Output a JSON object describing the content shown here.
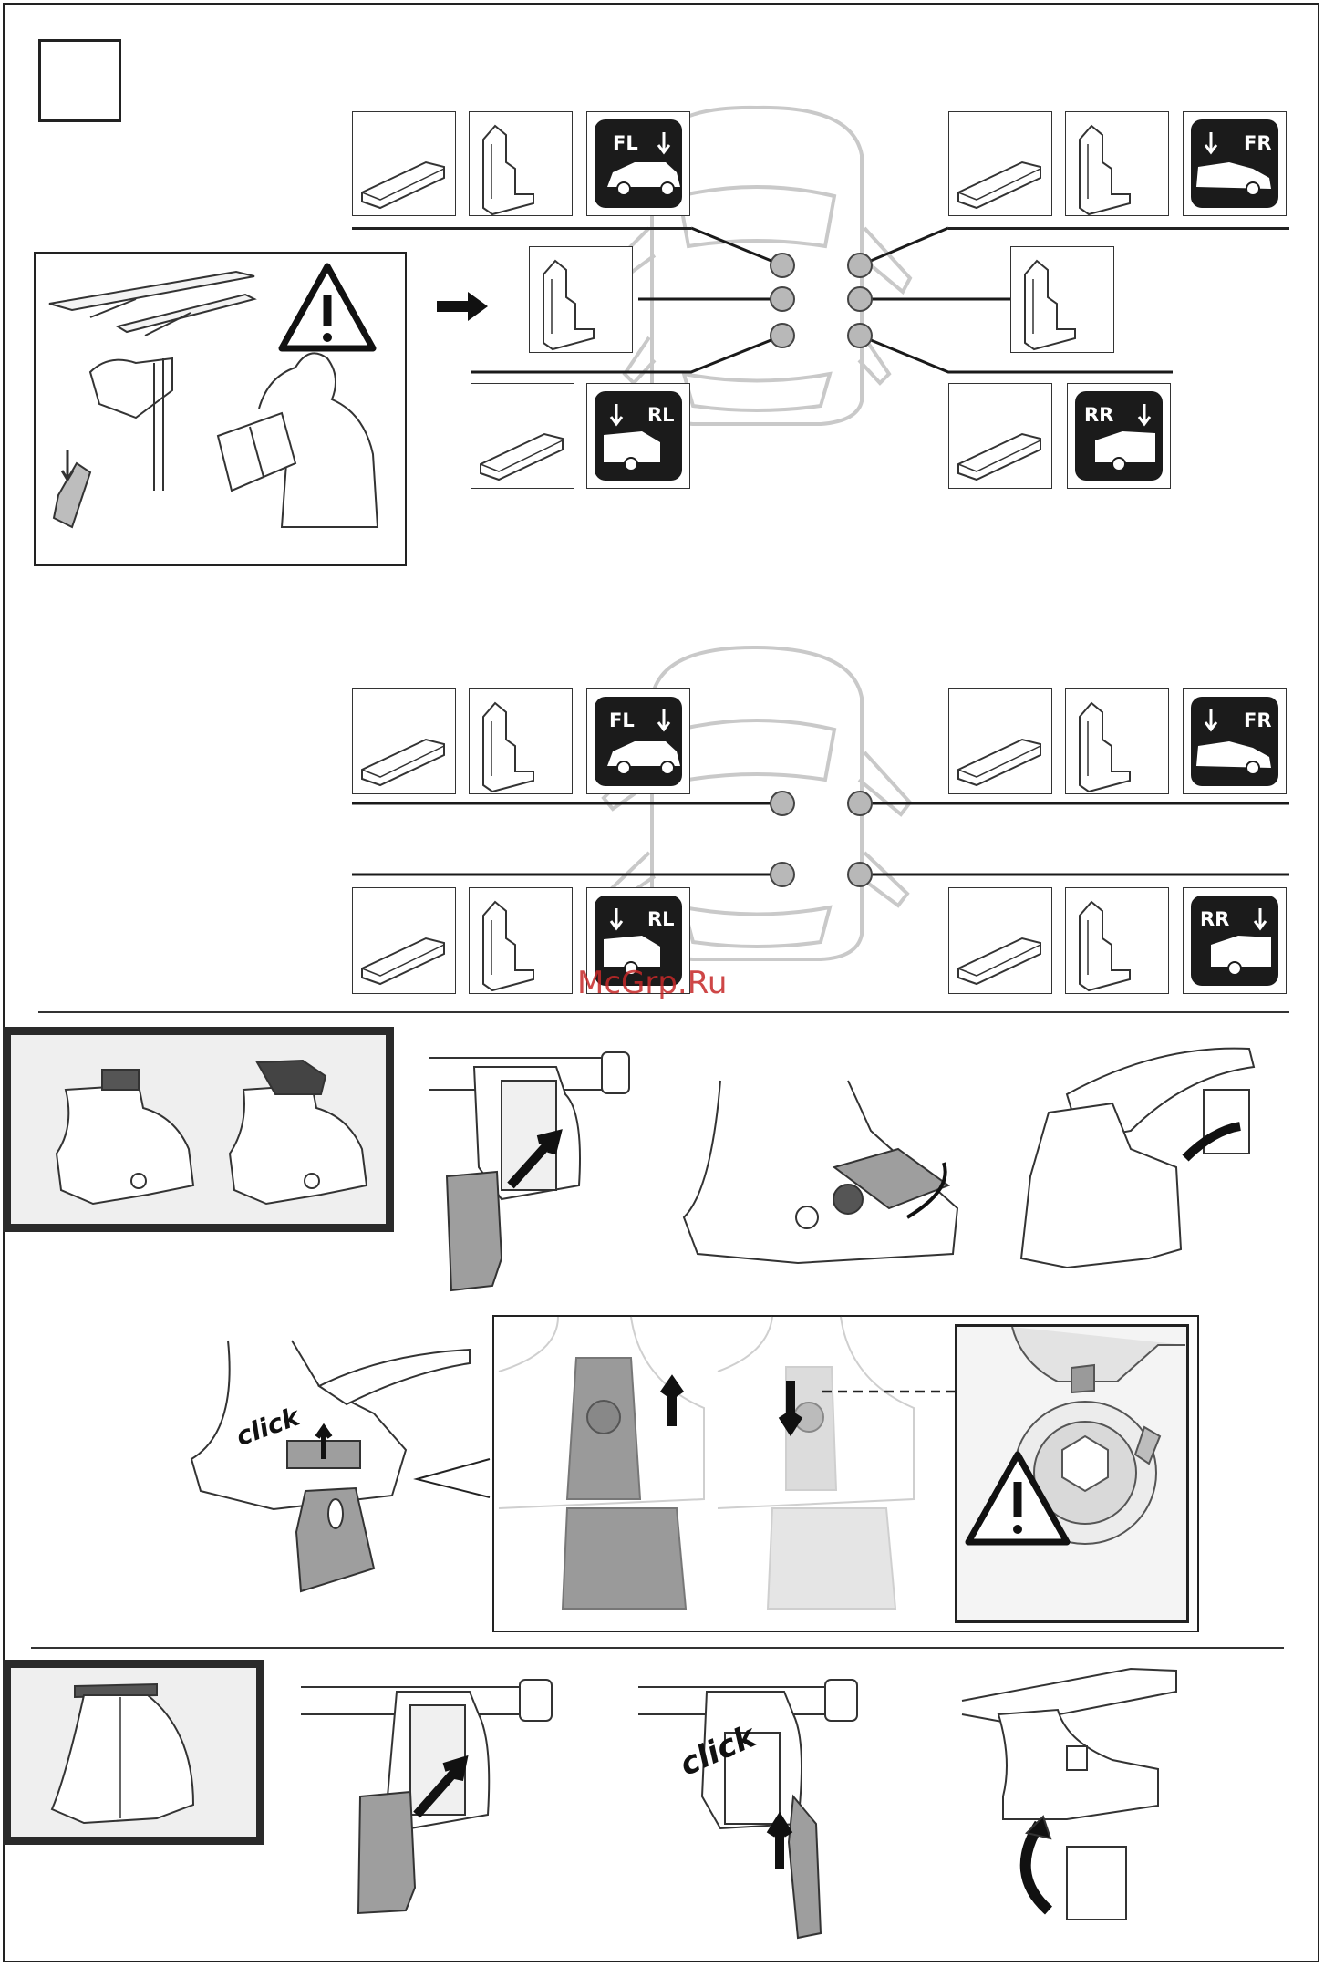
{
  "positions": {
    "front_left": "FL",
    "front_right": "FR",
    "rear_left": "RL",
    "rear_right": "RR"
  },
  "texts": {
    "click_1": "click",
    "click_2": "click"
  },
  "watermark": "McGrp.Ru",
  "icons": [
    "warning-icon",
    "arrow-right-icon",
    "arrow-up-icon",
    "arrow-down-icon",
    "curved-arrow-icon"
  ],
  "colors": {
    "line": "#1a1a1a",
    "dot": "#b8b8b8",
    "panel": "#efefef",
    "watermark": "#c62828"
  }
}
